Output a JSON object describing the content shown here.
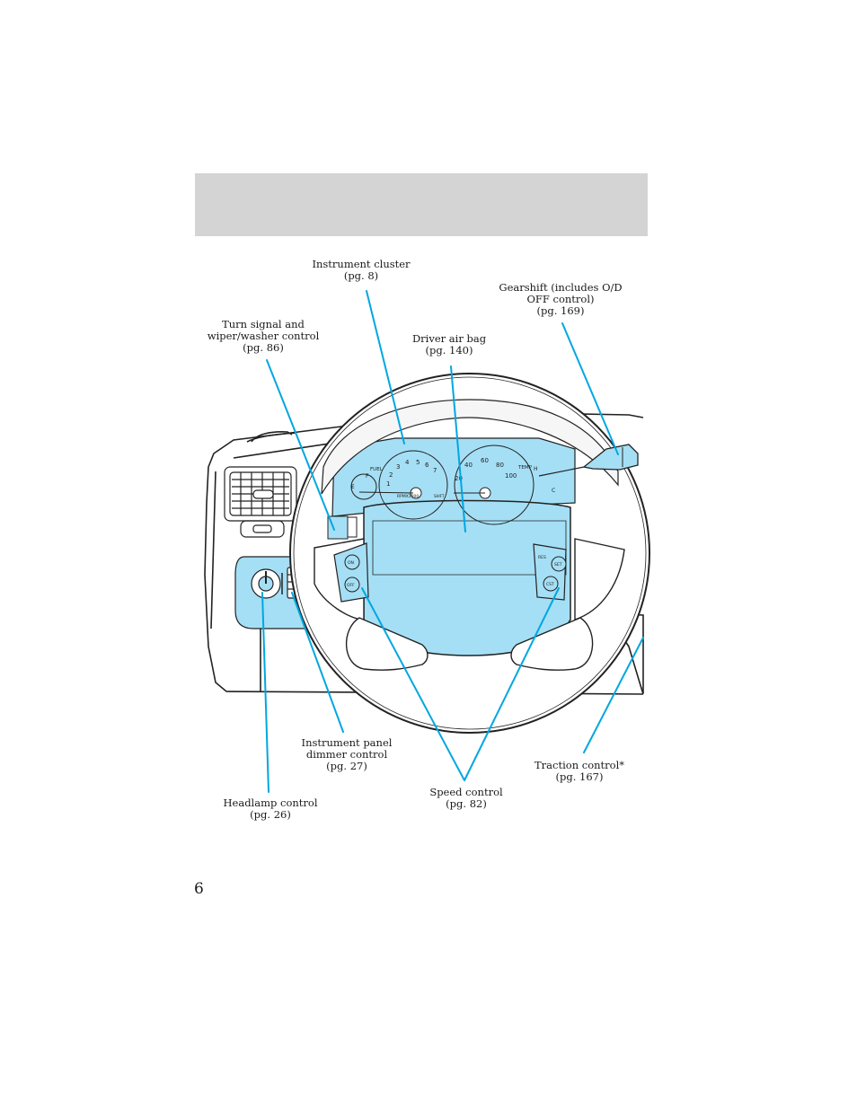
{
  "page": {
    "number": "6"
  },
  "callouts": {
    "instrument_cluster": [
      "Instrument cluster",
      "(pg. 8)"
    ],
    "gearshift": [
      "Gearshift (includes O/D",
      "OFF control)",
      "(pg. 169)"
    ],
    "turn_signal": [
      "Turn signal and",
      "wiper/washer control",
      "(pg. 86)"
    ],
    "driver_air_bag": [
      "Driver air bag",
      "(pg. 140)"
    ],
    "dimmer": [
      "Instrument panel",
      "dimmer control",
      "(pg. 27)"
    ],
    "traction": [
      "Traction control*",
      "(pg. 167)"
    ],
    "speed_control": [
      "Speed control",
      "(pg. 82)"
    ],
    "headlamp": [
      "Headlamp control",
      "(pg. 26)"
    ]
  },
  "cluster_labels": {
    "fuel": "FUEL",
    "temp": "TEMP",
    "rpm": "RPMX1000",
    "tach_numbers": [
      "1",
      "2",
      "3",
      "4",
      "5",
      "6",
      "7"
    ],
    "speed_numbers": [
      "20",
      "40",
      "60",
      "80",
      "100"
    ],
    "f": "F",
    "e": "E",
    "h": "H",
    "c": "C",
    "shift": "SHIFT"
  },
  "speed_buttons": {
    "on": "ON",
    "off": "OFF",
    "res": "RES",
    "set": "SET",
    "cst": "CST"
  },
  "colors": {
    "callout_line": "#00a7e1",
    "highlight_fill": "#a5dff5",
    "header_band": "#d4d4d4"
  }
}
